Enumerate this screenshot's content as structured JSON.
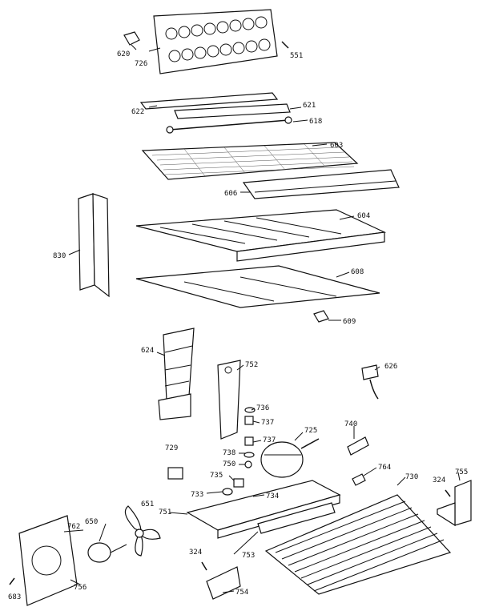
{
  "labels": {
    "p620": "620",
    "p726": "726",
    "p551": "551",
    "p622": "622",
    "p621": "621",
    "p618": "618",
    "p603": "603",
    "p606": "606",
    "p604": "604",
    "p830": "830",
    "p608": "608",
    "p609": "609",
    "p624": "624",
    "p752": "752",
    "p626": "626",
    "p736": "736",
    "p737a": "737",
    "p725": "725",
    "p737b": "737",
    "p740": "740",
    "p738": "738",
    "p729": "729",
    "p750": "750",
    "p764": "764",
    "p730": "730",
    "p735": "735",
    "p324a": "324",
    "p755": "755",
    "p651": "651",
    "p733": "733",
    "p734": "734",
    "p751": "751",
    "p762": "762",
    "p650": "650",
    "p753": "753",
    "p324b": "324",
    "p756": "756",
    "p754": "754",
    "p683": "683"
  }
}
